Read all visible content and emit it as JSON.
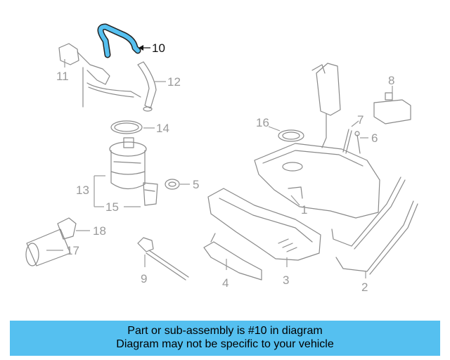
{
  "highlight_color": "#55c0f0",
  "callouts": {
    "c1": "1",
    "c2": "2",
    "c3": "3",
    "c4": "4",
    "c5": "5",
    "c6": "6",
    "c7": "7",
    "c8": "8",
    "c9": "9",
    "c10": "10",
    "c11": "11",
    "c12": "12",
    "c13": "13",
    "c14": "14",
    "c15": "15",
    "c16": "16",
    "c17": "17",
    "c18": "18"
  },
  "banner": {
    "line1": "Part or sub-assembly is #10 in diagram",
    "line2": "Diagram may not be specific to your vehicle"
  }
}
